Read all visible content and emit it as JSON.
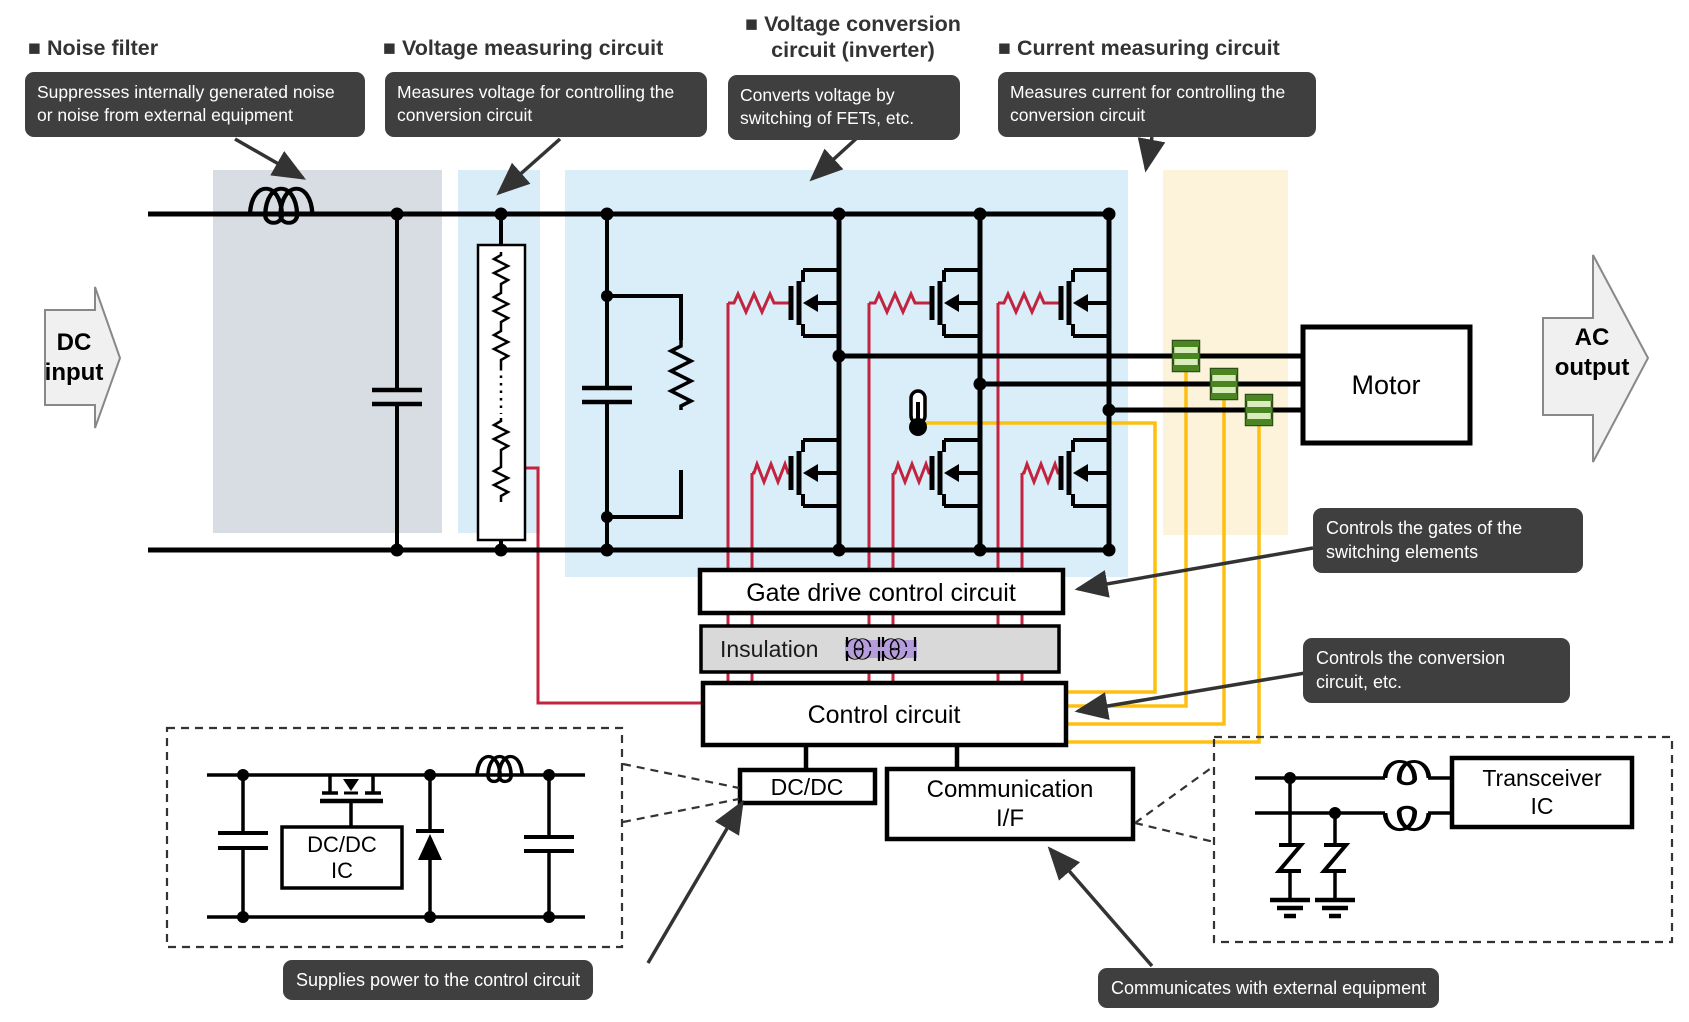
{
  "headings": {
    "noise_filter": {
      "bullet": "■",
      "label": "Noise filter"
    },
    "voltage_measuring": {
      "bullet": "■",
      "label": "Voltage measuring circuit"
    },
    "voltage_conversion": {
      "bullet": "■",
      "label": "Voltage conversion circuit (inverter)"
    },
    "current_measuring": {
      "bullet": "■",
      "label": "Current measuring circuit"
    }
  },
  "tooltips": {
    "noise_filter": "Suppresses internally generated noise or noise from external equipment",
    "voltage_measuring": "Measures voltage for controlling the conversion circuit",
    "voltage_conversion": "Converts voltage by switching of FETs, etc.",
    "current_measuring": "Measures current for controlling the conversion circuit"
  },
  "callouts": {
    "gate_drive": "Controls the gates of the switching elements",
    "control": "Controls the conversion circuit, etc.",
    "dcdc": "Supplies power to the control circuit",
    "communication": "Communicates with external equipment"
  },
  "flow": {
    "dc_input": [
      "DC",
      "input"
    ],
    "ac_output": [
      "AC",
      "output"
    ]
  },
  "blocks": {
    "motor": "Motor",
    "gate_drive": "Gate drive control circuit",
    "insulation": "Insulation",
    "control": "Control circuit",
    "dcdc": "DC/DC",
    "communication": [
      "Communication",
      "I/F"
    ],
    "dcdc_ic": [
      "DC/DC",
      "IC"
    ],
    "transceiver_ic": [
      "Transceiver",
      "IC"
    ]
  },
  "icons": {
    "inductor": "coil-loops",
    "capacitor": "parallel-plates",
    "resistor": "zigzag",
    "mosfet": "n-channel-mosfet-with-body-diode",
    "gate_resistor": "red-zigzag",
    "thermometer": "thermometer",
    "current_sensor": "green-striped-block",
    "transformer": "coupled-coils",
    "tvs_diode": "z-symbol",
    "diode": "triangle-bar",
    "ground": "ground-bars"
  },
  "colors": {
    "band_noise_filter": "#d8dde4",
    "band_voltage_measuring": "#d9edf9",
    "band_inverter": "#daeefa",
    "band_current_measuring": "#fdf3da",
    "callout_bg": "#3f3f3f",
    "wire_black": "#000000",
    "wire_red": "#c2233e",
    "wire_yellow": "#fdc010",
    "sensor_green_dark": "#4a8522",
    "sensor_green_light": "#d9edbc",
    "insulation_fill": "#d9d9d9",
    "insulation_highlight": "#b49dda",
    "flow_arrow_fill": "#f0f0f0",
    "connector_dark": "#333333"
  }
}
